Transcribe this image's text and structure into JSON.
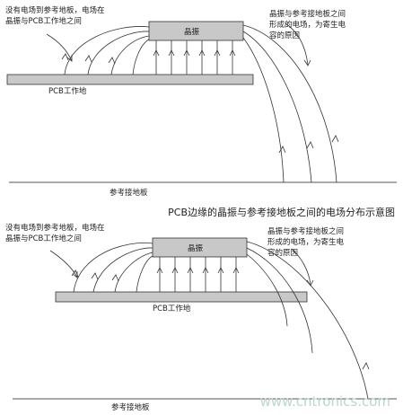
{
  "diagrams": [
    {
      "note_left": [
        "没有电场到参考地板，电场在",
        "晶振与PCB工作地之间"
      ],
      "crystal_label": "晶振",
      "note_right": [
        "晶振与参考接地板之间",
        "形成的电场，为寄生电",
        "容的原因"
      ],
      "pcb_label": "PCB工作地",
      "ground_label": "参考接地板"
    },
    {
      "note_left": [
        "没有电场到参考地板，电场在",
        "晶振与PCB工作地之间"
      ],
      "crystal_label": "晶振",
      "note_right": [
        "晶振与参考接地板之间",
        "形成的电场，为寄生电",
        "容的原因"
      ],
      "pcb_label": "PCB工作地",
      "ground_label": "参考接地板"
    }
  ],
  "caption": "PCB边缘的晶振与参考接地板之间的电场分布示意图",
  "watermark": "www.cntronics.com",
  "colors": {
    "box_fill": "#c8c8c8",
    "stroke": "#333333",
    "watermark": "#b9d8c8"
  }
}
